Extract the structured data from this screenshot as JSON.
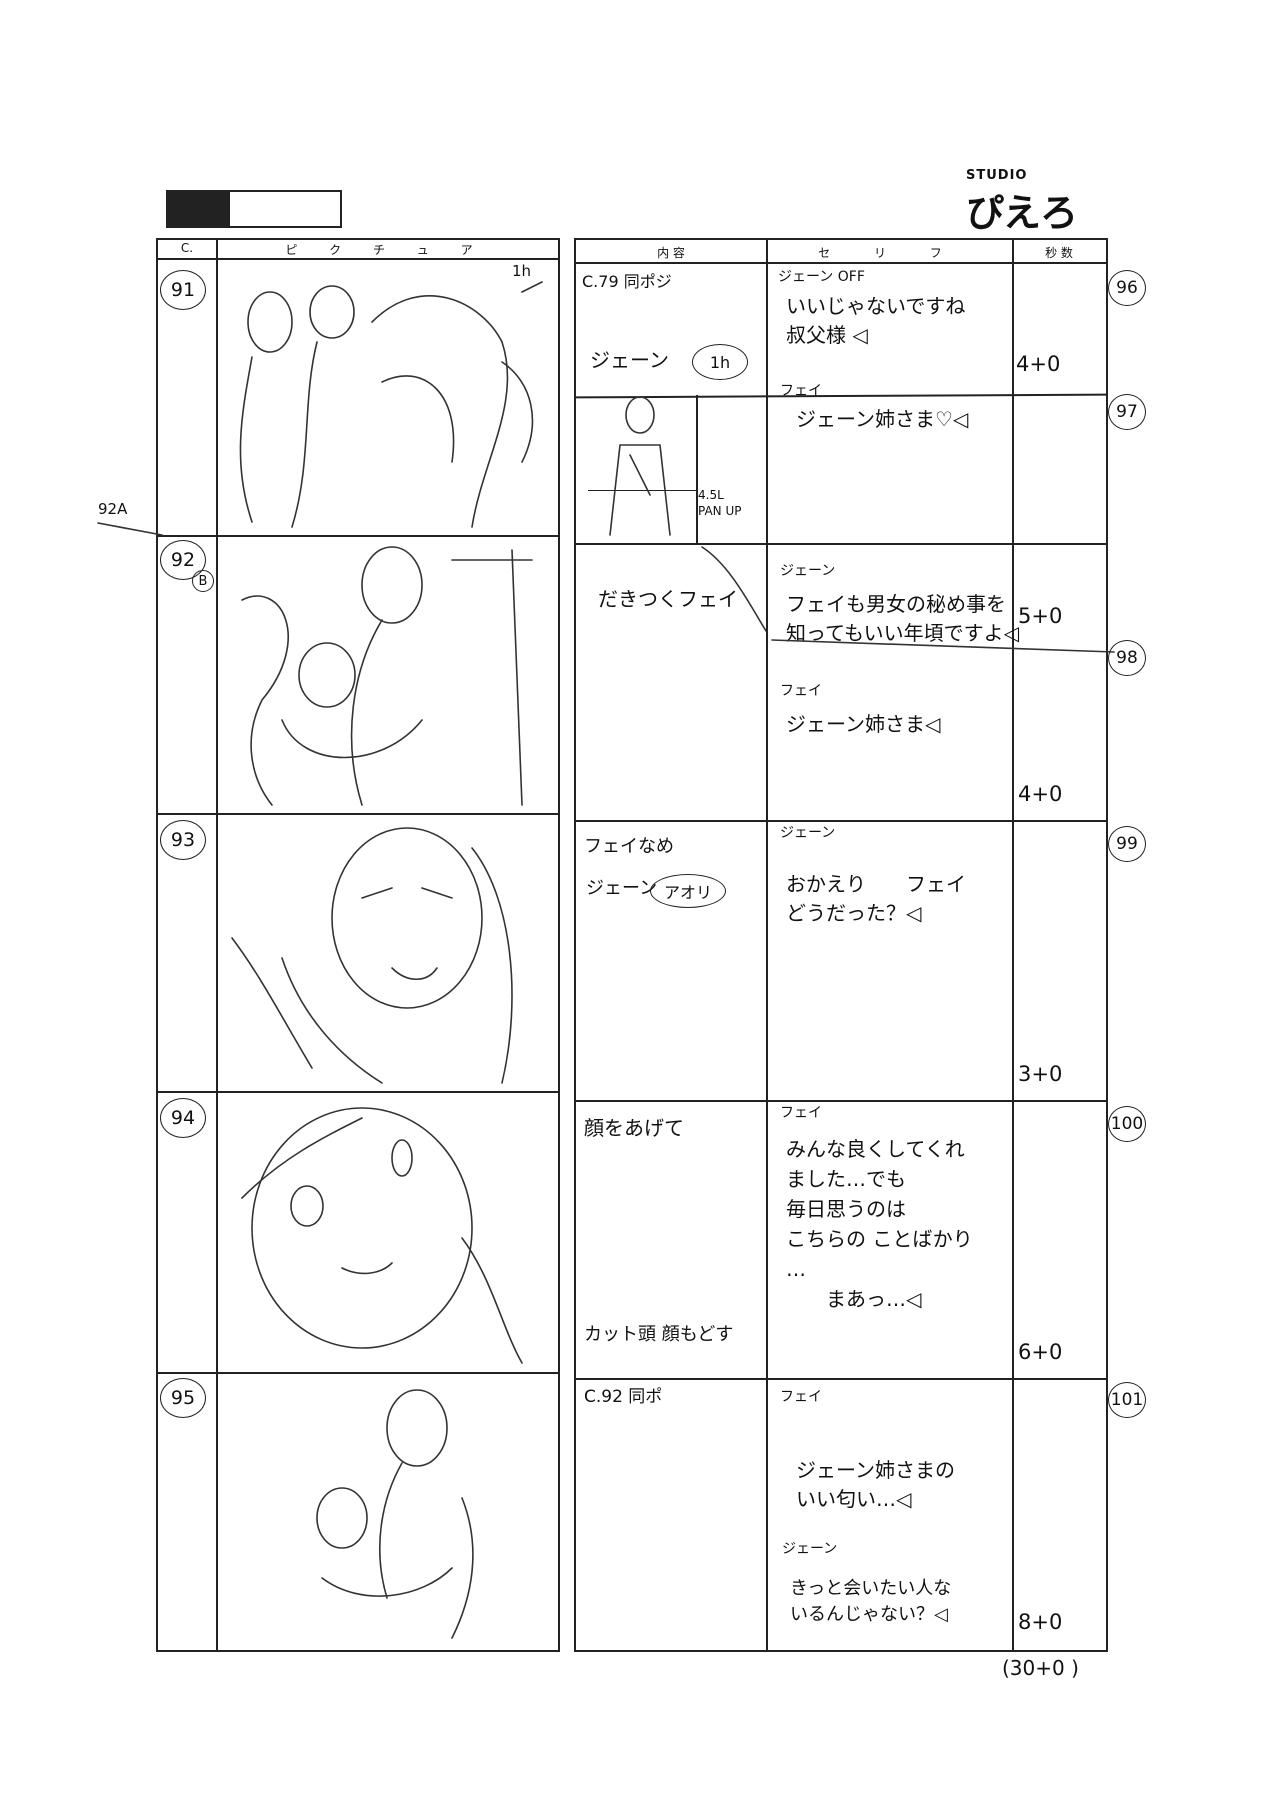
{
  "header": {
    "studio_small": "STUDIO",
    "studio_big": "ぴえろ"
  },
  "left_table": {
    "col_cut": "C.",
    "col_picture": "ピ ク チ ュ ア"
  },
  "right_table": {
    "col_content": "内 容",
    "col_dialogue": "セ リ フ",
    "col_seconds": "秒 数"
  },
  "marginal": {
    "cut_92A": "92A",
    "cut_92B_suffix": "B",
    "frame_tag_91": "1h",
    "pan_note": "4.5L\nPAN UP"
  },
  "cuts": [
    {
      "number": "91",
      "page_no": "96",
      "page_no_2": "97",
      "content_1": "C.79 同ポジ",
      "content_2": "ジェーン",
      "content_2_circle": "1h",
      "dialogue_1_speaker": "ジェーン OFF",
      "dialogue_1": "いいじゃないですね\n叔父様 ◁",
      "dialogue_2_speaker": "フェイ",
      "dialogue_2": "ジェーン姉さま♡◁",
      "seconds": "4+0"
    },
    {
      "number": "92",
      "page_no": "98",
      "content_1": "だきつくフェイ",
      "dialogue_1_speaker": "ジェーン",
      "dialogue_1": "フェイも男女の秘め事を\n知ってもいい年頃ですよ◁",
      "dialogue_2_speaker": "フェイ",
      "dialogue_2": "ジェーン姉さま◁",
      "seconds_1": "5+0",
      "seconds": "4+0"
    },
    {
      "number": "93",
      "page_no": "99",
      "content_1": "フェイなめ",
      "content_2": "ジェーン",
      "content_2_circle": "アオリ",
      "dialogue_1_speaker": "ジェーン",
      "dialogue_1": "おかえり　　フェイ\nどうだった？◁",
      "seconds": "3+0"
    },
    {
      "number": "94",
      "page_no": "100",
      "content_1": "顔をあげて",
      "content_2": "カット頭 顔もどす",
      "dialogue_1_speaker": "フェイ",
      "dialogue_1": "みんな良くしてくれ\nました…でも\n毎日思うのは\nこちらの ことばかり\n…\n　　まあっ…◁",
      "seconds": "6+0"
    },
    {
      "number": "95",
      "page_no": "101",
      "content_1": "C.92 同ポ",
      "dialogue_1_speaker": "フェイ",
      "dialogue_1": "ジェーン姉さまの\nいい匂い…◁",
      "dialogue_2_speaker": "ジェーン",
      "dialogue_2": "きっと会いたい人な\nいるんじゃない？◁",
      "seconds": "8+0"
    }
  ],
  "total": "(30+0 )"
}
